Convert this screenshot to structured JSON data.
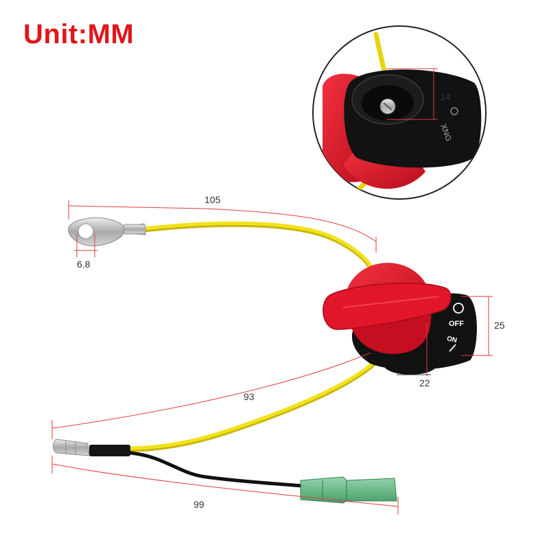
{
  "header": {
    "unit_label": "Unit:MM"
  },
  "dimensions": {
    "ring_terminal_hole": "6.8",
    "top_wire_length": "105",
    "lower_wire_length": "93",
    "bottom_wire_length": "99",
    "switch_height": "25",
    "switch_width": "22",
    "detail_knob_height": "14"
  },
  "switch_markings": {
    "off_label": "OFF",
    "on_label": "ON"
  },
  "colors": {
    "dimension_line": "#e23b3b",
    "title": "#e0161b",
    "switch_red": "#e2162a",
    "switch_black": "#111111",
    "wire_yellow": "#f2e21a",
    "wire_black": "#1a1a1a",
    "connector_green": "#58b07a"
  }
}
